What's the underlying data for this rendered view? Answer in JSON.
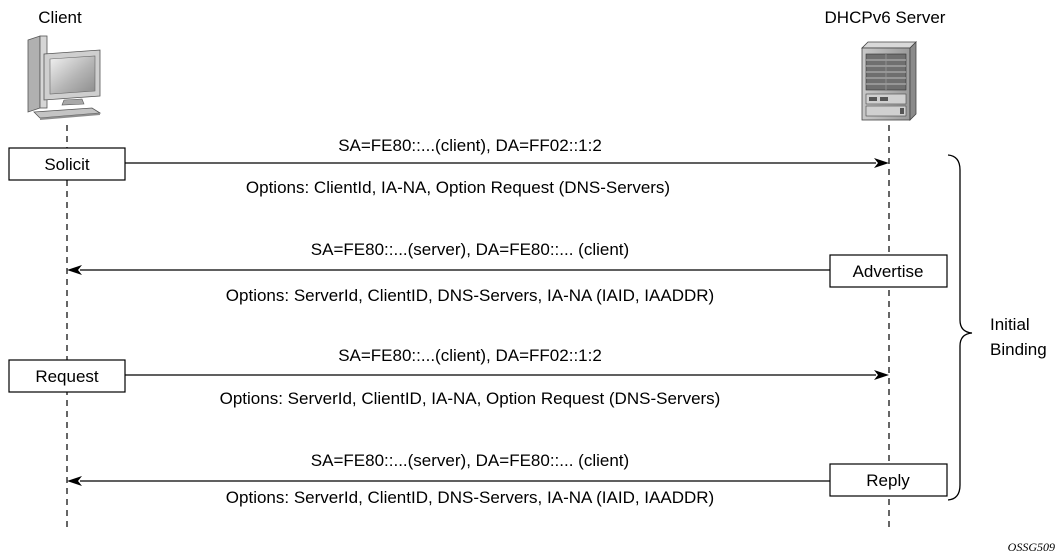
{
  "actors": {
    "client": "Client",
    "server": "DHCPv6 Server"
  },
  "messages": [
    {
      "name": "Solicit",
      "direction": "client-to-server",
      "header": "SA=FE80::...(client), DA=FF02::1:2",
      "options": "Options: ClientId, IA-NA, Option Request (DNS-Servers)"
    },
    {
      "name": "Advertise",
      "direction": "server-to-client",
      "header": "SA=FE80::...(server), DA=FE80::... (client)",
      "options": "Options: ServerId, ClientID, DNS-Servers, IA-NA (IAID, IAADDR)"
    },
    {
      "name": "Request",
      "direction": "client-to-server",
      "header": "SA=FE80::...(client), DA=FF02::1:2",
      "options": "Options: ServerId, ClientID, IA-NA, Option Request (DNS-Servers)"
    },
    {
      "name": "Reply",
      "direction": "server-to-client",
      "header": "SA=FE80::...(server), DA=FE80::... (client)",
      "options": "Options: ServerId, ClientID, DNS-Servers, IA-NA (IAID, IAADDR)"
    }
  ],
  "brace_label": {
    "line1": "Initial",
    "line2": "Binding"
  },
  "figure_id": "OSSG509",
  "icons": {
    "client": "desktop-computer-icon",
    "server": "server-chassis-icon"
  }
}
